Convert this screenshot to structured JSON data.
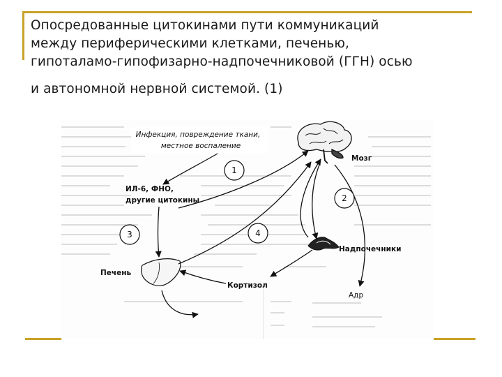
{
  "slide": {
    "title_lines": [
      "Опосредованные цитокинами пути коммуникаций",
      "между периферическими клетками, печенью,",
      "гипоталамо-гипофизарно-надпочечниковой (ГГН) осью",
      "и автономной нервной системой. (1)"
    ]
  },
  "diagram": {
    "infection_label": [
      "Инфекция, повреждение ткани,",
      "местное воспаление"
    ],
    "cytokines_label": [
      "ИЛ-6, ФНО,",
      "другие цитокины"
    ],
    "brain_label": "Мозг",
    "adrenals_label": "Надпочечники",
    "liver_label": "Печень",
    "cortisol_label": "Кортизол",
    "adr_label": "Адр",
    "step_numbers": [
      "1",
      "2",
      "3",
      "4"
    ]
  },
  "colors": {
    "rule": "#c9a227",
    "ink": "#1a1a1a"
  }
}
